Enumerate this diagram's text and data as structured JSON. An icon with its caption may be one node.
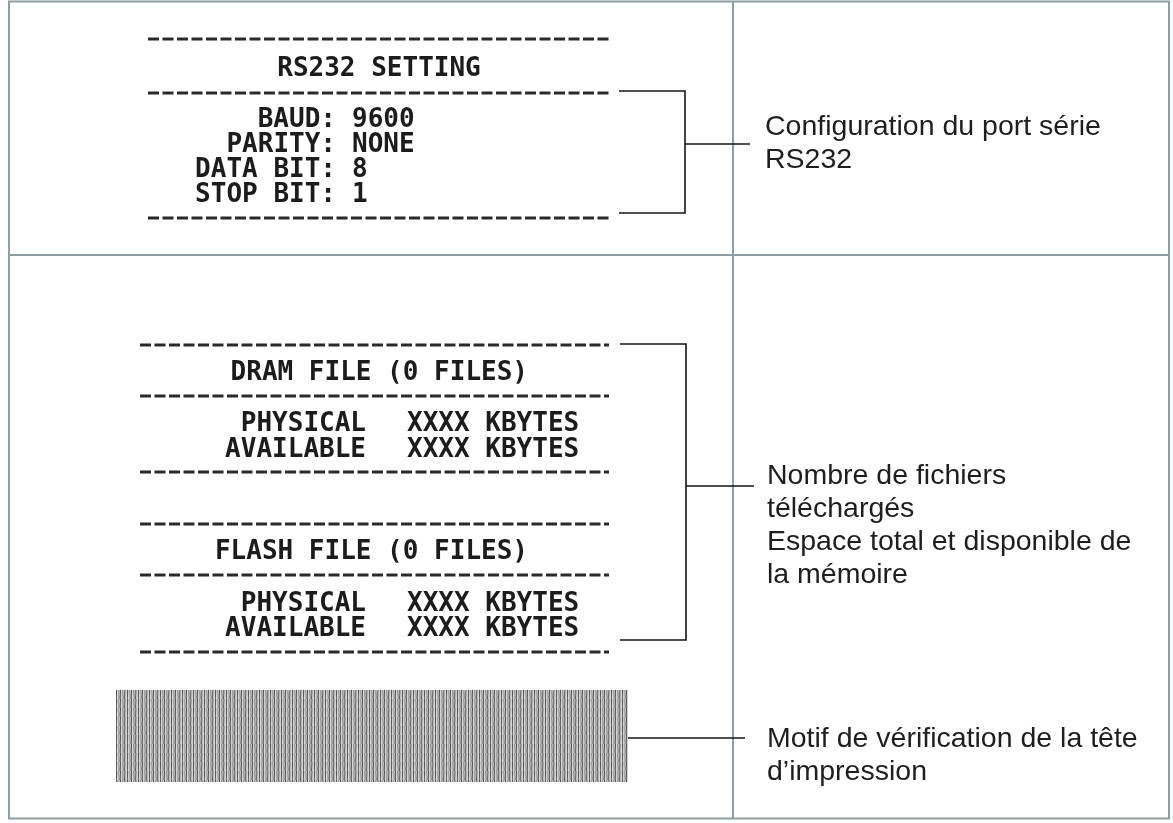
{
  "diagram": {
    "nodes": [
      {
        "text": [
          "RS232 SETTING",
          "BAUD:",
          "9600",
          "PARITY:",
          "NONE",
          "DATA BIT:",
          "8",
          "STOP BIT:",
          "1"
        ]
      },
      {
        "text": [
          "Configuration du port série RS232"
        ]
      },
      {
        "text": [
          "DRAM FILE (0 FILES)",
          "PHYSICAL",
          "XXXX KBYTES",
          "AVAILABLE",
          "XXXX KBYTES",
          "FLASH FILE (0 FILES)",
          "PHYSICAL",
          "XXXX KBYTES",
          "AVAILABLE",
          "XXXX KBYTES"
        ]
      },
      {
        "text": [
          "Nombre de fichiers téléchargés",
          "Espace total et disponible de la mémoire"
        ]
      },
      {
        "text": [],
        "shape": "bar"
      },
      {
        "text": [
          "Motif de vérification de la tête d’impression"
        ]
      }
    ],
    "edges": [
      {
        "from": 1,
        "to": 0,
        "arrow": "none"
      },
      {
        "from": 3,
        "to": 2,
        "arrow": "none"
      },
      {
        "from": 5,
        "to": 4,
        "arrow": "none"
      }
    ]
  }
}
